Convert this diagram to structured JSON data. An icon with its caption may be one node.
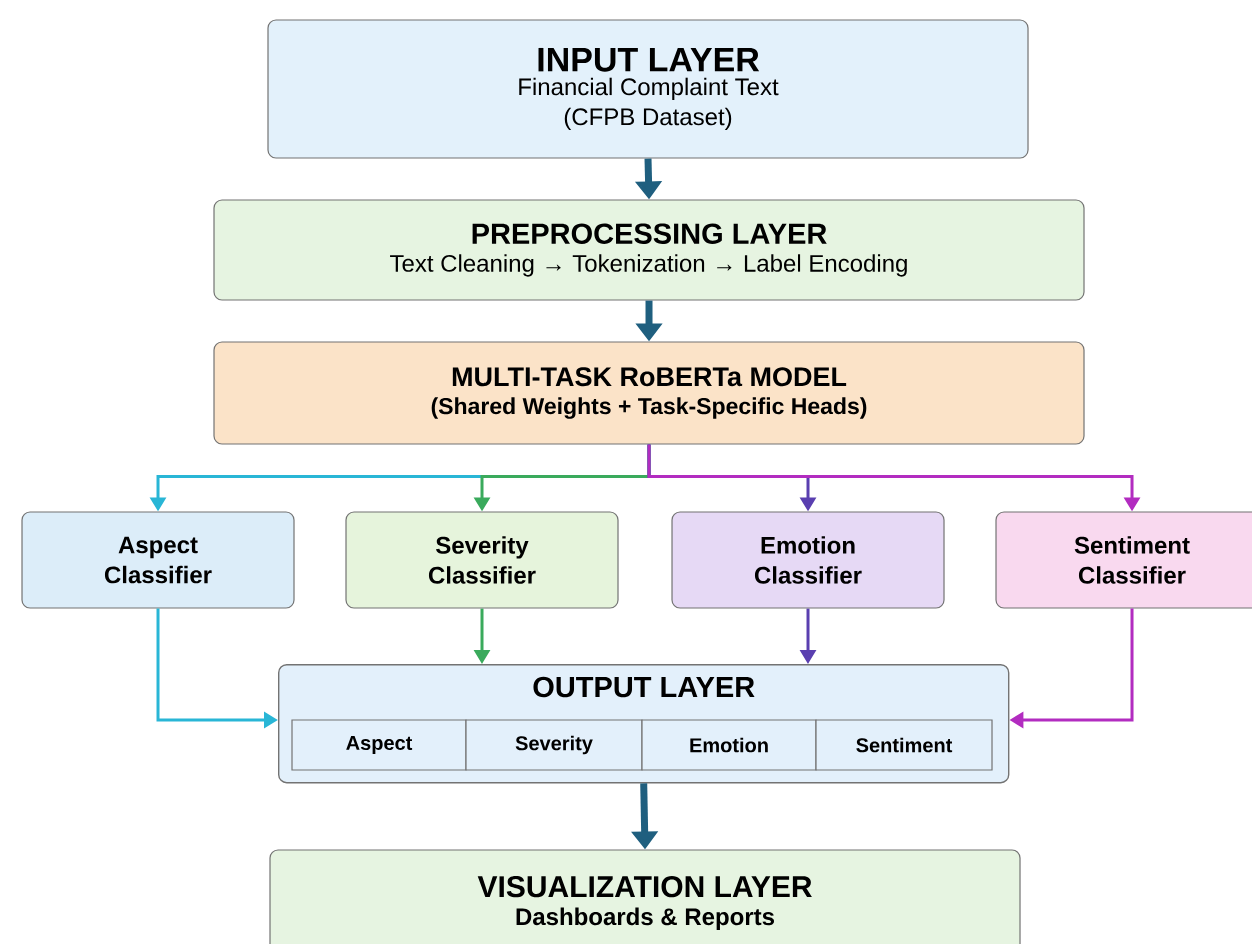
{
  "diagram": {
    "nodes": [
      {
        "text": [
          "INPUT LAYER",
          "Financial Complaint Text (CFPB Dataset)"
        ]
      },
      {
        "text": [
          "PREPROCESSING LAYER",
          "Text Cleaning → Tokenization → Label Encoding"
        ]
      },
      {
        "text": [
          "MULTI-TASK RoBERTa MODEL",
          "(Shared Weights + Task-Specific Heads)"
        ]
      },
      {
        "text": [
          "Aspect Classifier"
        ]
      },
      {
        "text": [
          "Severity Classifier"
        ]
      },
      {
        "text": [
          "Emotion Classifier"
        ]
      },
      {
        "text": [
          "Sentiment Classifier"
        ]
      },
      {
        "text": [
          "OUTPUT LAYER"
        ]
      },
      {
        "text": [
          "Aspect"
        ],
        "in": 7
      },
      {
        "text": [
          "Severity"
        ],
        "in": 7
      },
      {
        "text": [
          "Emotion"
        ],
        "in": 7
      },
      {
        "text": [
          "Sentiment"
        ],
        "in": 7
      },
      {
        "text": [
          "VISUALIZATION LAYER",
          "Dashboards & Reports"
        ]
      }
    ],
    "edges": [
      {
        "from": 0,
        "to": 1,
        "arrow": "to",
        "style": "thick"
      },
      {
        "from": 1,
        "to": 2,
        "arrow": "to",
        "style": "thick"
      },
      {
        "from": 2,
        "to": 3,
        "arrow": "to",
        "color": "#29b6d6"
      },
      {
        "from": 2,
        "to": 4,
        "arrow": "to",
        "color": "#3aaa5c"
      },
      {
        "from": 2,
        "to": 5,
        "arrow": "to",
        "color": "#5a3fb0"
      },
      {
        "from": 2,
        "to": 6,
        "arrow": "to",
        "color": "#b22cc0"
      },
      {
        "from": 3,
        "to": 7,
        "arrow": "to",
        "color": "#29b6d6"
      },
      {
        "from": 4,
        "to": 7,
        "arrow": "to",
        "color": "#3aaa5c"
      },
      {
        "from": 5,
        "to": 7,
        "arrow": "to",
        "color": "#5a3fb0"
      },
      {
        "from": 6,
        "to": 7,
        "arrow": "to",
        "color": "#b22cc0"
      },
      {
        "from": 7,
        "to": 12,
        "arrow": "to",
        "style": "thick"
      }
    ]
  }
}
